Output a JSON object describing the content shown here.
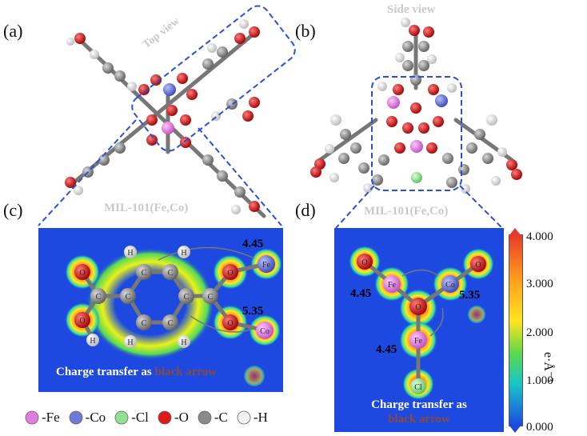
{
  "panels": {
    "a": {
      "label": "(a)",
      "caption": "Top view"
    },
    "b": {
      "label": "(b)",
      "caption": "Side view"
    },
    "c": {
      "label": "(c)",
      "caption": "MIL-101(Fe,Co)",
      "note": "Charge transfer as ",
      "note_tail": "black arrow",
      "values": {
        "top": "4.45",
        "bottom": "5.35"
      }
    },
    "d": {
      "label": "(d)",
      "caption": "MIL-101(Fe,Co)",
      "note_line1": "Charge transfer as",
      "note_line2": "black arrow",
      "values": {
        "left_fe": "4.45",
        "right_co": "5.35",
        "lower_fe": "4.45"
      }
    }
  },
  "atoms": {
    "fe": "Fe",
    "co": "Co",
    "o": "O",
    "c": "C",
    "h": "H",
    "cl": "Cl"
  },
  "colorbar": {
    "ticks": [
      "4.000",
      "3.000",
      "2.000",
      "1.000",
      "0.000"
    ],
    "unit": "e·Å⁻³"
  },
  "legend": [
    {
      "name": "-Fe",
      "color": "#e07be0"
    },
    {
      "name": "-Co",
      "color": "#6f79d8"
    },
    {
      "name": "-Cl",
      "color": "#8fe08f"
    },
    {
      "name": "-O",
      "color": "#e01818"
    },
    {
      "name": "-C",
      "color": "#8a8a8a"
    },
    {
      "name": "-H",
      "color": "#f2f2f2"
    }
  ]
}
